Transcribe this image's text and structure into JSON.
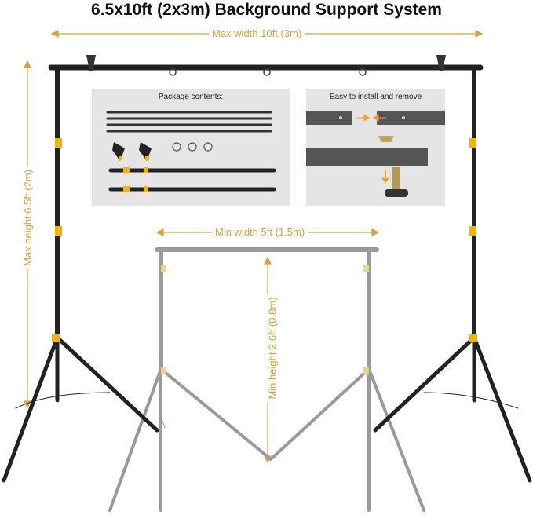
{
  "title": "6.5x10ft (2x3m) Background Support System",
  "dimensions": {
    "max_width": "Max width 10ft (3m)",
    "max_height": "Max height 6.5ft (2m)",
    "min_width": "Min width 5ft (1.5m)",
    "min_height": "Min height 2.6ft (0.8m)"
  },
  "panels": {
    "package": "Package contents:",
    "install": "Easy to install and remove"
  },
  "colors": {
    "accent": "#d9a23a",
    "stand": "#222222",
    "stand_ghost": "#9a9a9a",
    "clamp": "#f2b400",
    "panel_bg": "#e5e5e5"
  }
}
